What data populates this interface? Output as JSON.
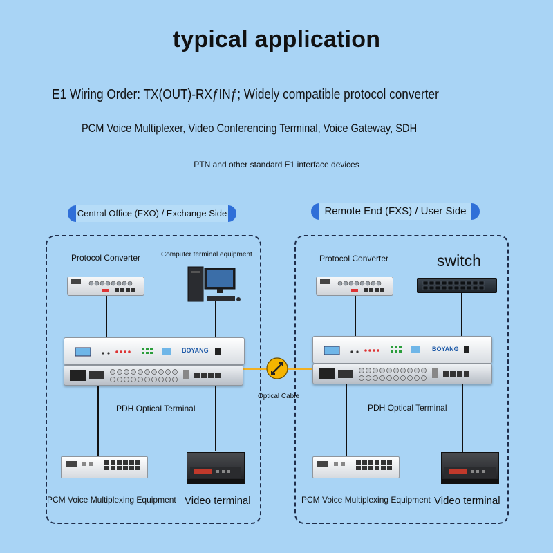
{
  "header": {
    "title": "typical application",
    "line1": "E1 Wiring Order: TX(OUT)-RXƒINƒ; Widely compatible protocol converter",
    "line2": "PCM Voice Multiplexer, Video Conferencing Terminal, Voice Gateway, SDH",
    "line3": "PTN and other standard E1 interface devices"
  },
  "left": {
    "section_title": "Central Office (FXO) / Exchange Side",
    "protocol_converter": "Protocol Converter",
    "computer": "Computer terminal equipment",
    "pdh": "PDH Optical Terminal",
    "pcm": "PCM Voice Multiplexing Equipment",
    "video": "Video terminal"
  },
  "right": {
    "section_title": "Remote End (FXS) / User Side",
    "protocol_converter": "Protocol Converter",
    "switch": "switch",
    "pdh": "PDH Optical Terminal",
    "pcm": "PCM Voice Multiplexing Equipment",
    "video": "Video terminal"
  },
  "link": {
    "label": "Optical Cable"
  },
  "brand": {
    "name": "BOYANG"
  },
  "colors": {
    "background": "#a9d4f5",
    "pill_cap": "#2f6fd8",
    "dashed_border": "#1f2d4a",
    "fiber": "#f2b021",
    "fiber_node": "#f5b400"
  },
  "icons": [
    "fiber-connector-icon",
    "computer-icon",
    "switch-icon",
    "video-terminal-icon"
  ]
}
